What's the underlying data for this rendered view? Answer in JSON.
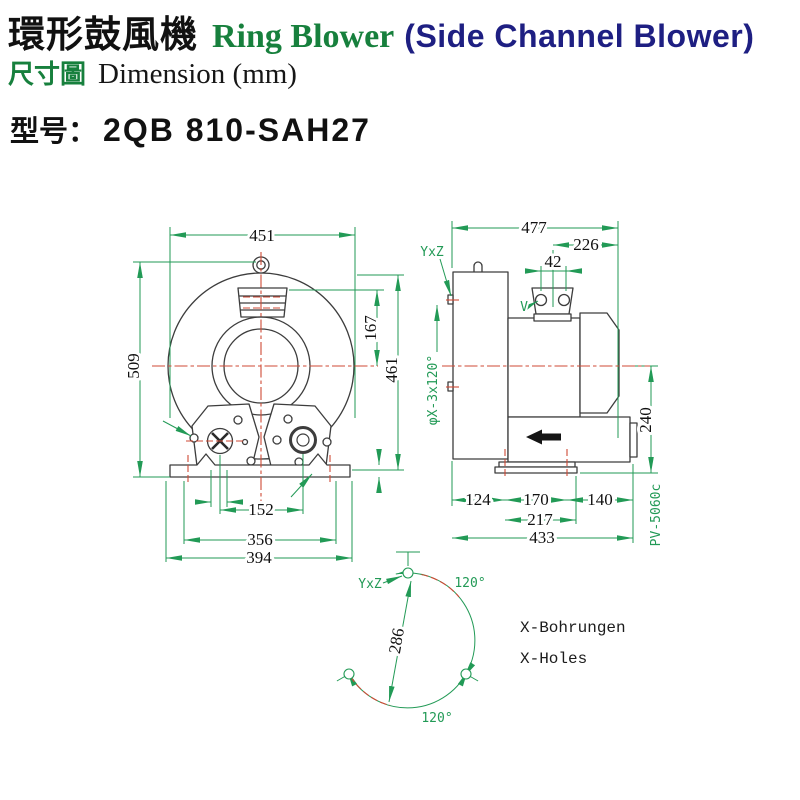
{
  "header": {
    "title_zh": "環形鼓風機",
    "title_en": "Ring Blower",
    "title_paren": "(Side Channel Blower)",
    "subtitle_zh": "尺寸圖",
    "subtitle_en": "Dimension (mm)",
    "model_label": "型号：",
    "model_value": "2QB 810-SAH27"
  },
  "colors": {
    "title_green": "#17803d",
    "title_navy": "#1e1f82",
    "dimension_green": "#229a56",
    "centerline_red": "#cf4a35",
    "outline_gray": "#3d3d3d"
  },
  "front_view": {
    "dims": {
      "overall_width": "451",
      "overall_height": "509",
      "body_height": "461",
      "muffler_offset": "167",
      "port_spacing": "152",
      "anchor_spacing": "356",
      "base_width": "394"
    }
  },
  "side_view": {
    "dims": {
      "overall_width": "477",
      "terminal_offset": "226",
      "gland_spacing": "42",
      "outlet_height": "240",
      "foot_offset_left": "124",
      "foot_hole_spacing": "170",
      "foot_offset_right": "140",
      "foot_length": "217",
      "overall_depth": "433"
    },
    "labels": {
      "flange_hole": "YxZ",
      "gland": "V",
      "bolt_pattern": "φX-3x120°",
      "part_code": "PV-5060c"
    }
  },
  "holes_view": {
    "dims": {
      "bolt_circle_diameter": "286",
      "angle_upper": "120°",
      "angle_lower": "120°"
    },
    "labels": {
      "hole_size": "YxZ",
      "note_de": "X-Bohrungen",
      "note_en": "X-Holes"
    }
  }
}
